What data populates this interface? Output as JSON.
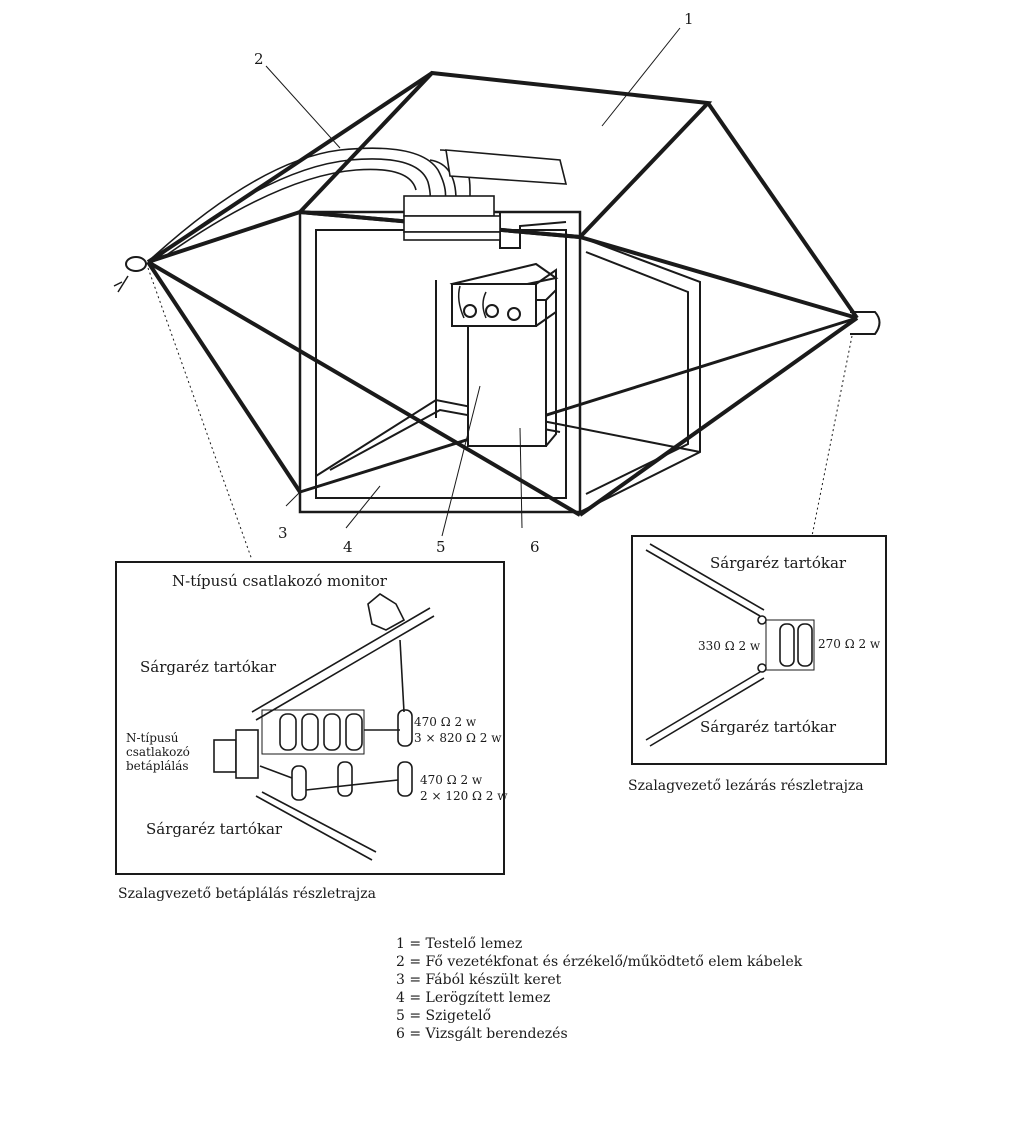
{
  "main_figure": {
    "numbers": [
      "1",
      "2",
      "3",
      "4",
      "5",
      "6"
    ]
  },
  "feed_detail": {
    "monitor_label": "N-típusú csatlakozó monitor",
    "brass_arm_top": "Sárgaréz tartókar",
    "brass_arm_bottom": "Sárgaréz tartókar",
    "feed_connector_lines": [
      "N-típusú",
      "csatlakozó",
      "betáplálás"
    ],
    "r1": "470 Ω 2 w",
    "r2": "3 × 820 Ω 2 w",
    "r3": "470 Ω 2 w",
    "r4": "2 × 120 Ω 2 w",
    "caption": "Szalagvezető betáplálás részletrajza"
  },
  "termination_detail": {
    "brass_arm_top": "Sárgaréz tartókar",
    "brass_arm_bottom": "Sárgaréz tartókar",
    "r_left": "330 Ω 2 w",
    "r_right": "270 Ω 2 w",
    "caption": "Szalagvezető lezárás részletrajza"
  },
  "legend": [
    "1 = Testelő lemez",
    "2 = Fő vezetékfonat és érzékelő/működtető elem kábelek",
    "3 = Fából készült keret",
    "4 = Lerögzített lemez",
    "5 = Szigetelő",
    "6 = Vizsgált berendezés"
  ]
}
